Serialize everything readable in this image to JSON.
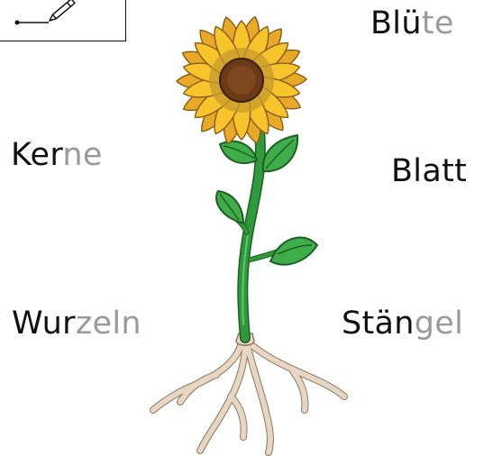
{
  "labels": {
    "bluete": {
      "dark": "Blü",
      "light": "te"
    },
    "kerne": {
      "dark": "Ker",
      "light": "ne"
    },
    "blatt": {
      "dark": "Blatt",
      "light": ""
    },
    "wurzeln": {
      "dark": "Wur",
      "light": "zeln"
    },
    "staengel": {
      "dark": "Stän",
      "light": "gel"
    }
  },
  "colors": {
    "text_dark": "#111111",
    "text_light": "#9a9a9a",
    "petal": "#f7c52b",
    "petal_back": "#e8a928",
    "seed_center": "#6b3a16",
    "stem": "#2f9a3b",
    "leaf": "#3fae4a",
    "root": "#e6d6c2"
  },
  "icons": {
    "pencil": "pencil-icon",
    "sunflower": "sunflower-illustration"
  }
}
